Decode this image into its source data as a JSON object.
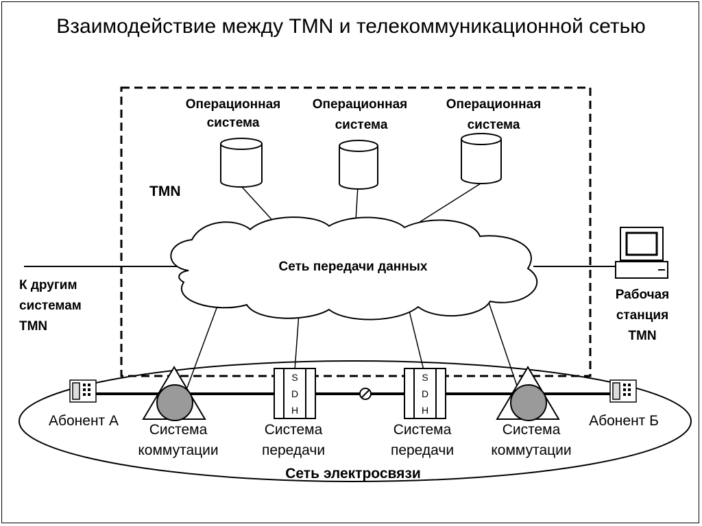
{
  "title": "Взаимодействие между TMN и телекоммуникационной сетью",
  "tmn_label": "TMN",
  "operational_systems": [
    {
      "line1": "Операционная",
      "line2": "система"
    },
    {
      "line1": "Операционная",
      "line2": "система"
    },
    {
      "line1": "Операционная",
      "line2": "система"
    }
  ],
  "data_network_label": "Сеть передачи данных",
  "other_tmn": {
    "line1": "К другим",
    "line2": "системам",
    "line3": "TMN"
  },
  "workstation": {
    "line1": "Рабочая",
    "line2": "станция",
    "line3": "TMN"
  },
  "subscriber_a": "Абонент А",
  "subscriber_b": "Абонент Б",
  "switching_system": {
    "line1": "Система",
    "line2": "коммутации"
  },
  "transmission_system": {
    "line1": "Система",
    "line2": "передачи"
  },
  "sdh_letters": [
    "S",
    "D",
    "H"
  ],
  "telecom_network_label": "Сеть электросвязи"
}
